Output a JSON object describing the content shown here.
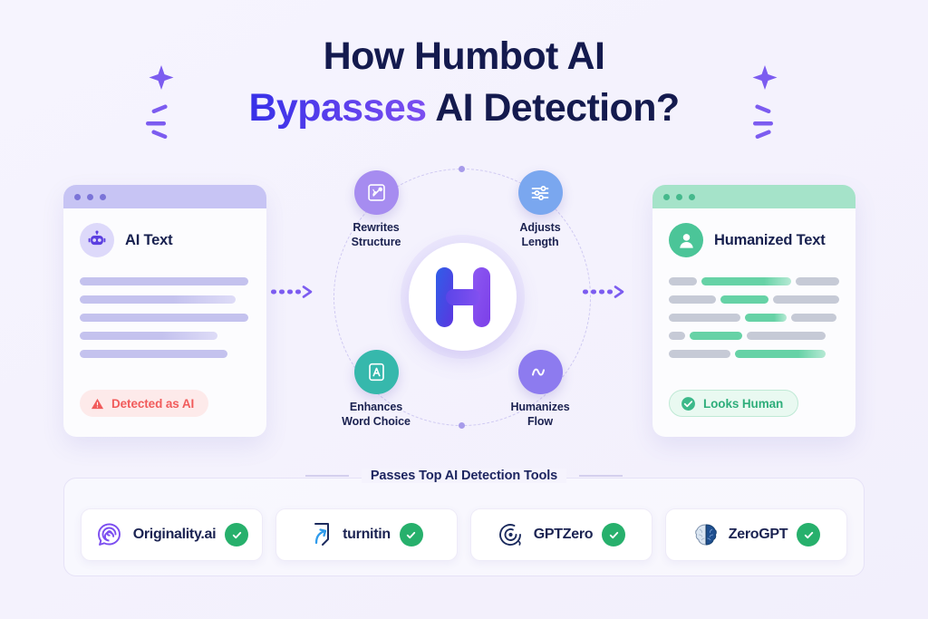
{
  "title": {
    "line1": "How Humbot AI",
    "line2_accent": "Bypasses",
    "line2_rest": " AI Detection?"
  },
  "colors": {
    "accent_blue": "#3730e8",
    "accent_violet": "#7c4ef0",
    "danger": "#f15b5b",
    "success": "#2fae7b",
    "check_green": "#27b06c",
    "navy": "#17204f"
  },
  "left_panel": {
    "icon_name": "robot-icon",
    "title": "AI Text",
    "badge": {
      "icon_name": "warning-triangle-icon",
      "label": "Detected as AI"
    },
    "lines": [
      [
        {
          "w": 186,
          "style": "lav"
        }
      ],
      [
        {
          "w": 172,
          "style": "lavf"
        }
      ],
      [
        {
          "w": 186,
          "style": "lav"
        }
      ],
      [
        {
          "w": 152,
          "style": "lavf"
        }
      ],
      [
        {
          "w": 163,
          "style": "lav"
        }
      ]
    ]
  },
  "right_panel": {
    "icon_name": "person-icon",
    "title": "Humanized Text",
    "badge": {
      "icon_name": "check-circle-icon",
      "label": "Looks Human"
    },
    "lines": [
      [
        {
          "w": 31,
          "style": "grey"
        },
        {
          "w": 99,
          "style": "greenf"
        },
        {
          "w": 48,
          "style": "grey"
        }
      ],
      [
        {
          "w": 54,
          "style": "grey"
        },
        {
          "w": 55,
          "style": "green"
        },
        {
          "w": 75,
          "style": "grey"
        }
      ],
      [
        {
          "w": 79,
          "style": "grey"
        },
        {
          "w": 46,
          "style": "greenf"
        },
        {
          "w": 50,
          "style": "grey"
        }
      ],
      [
        {
          "w": 18,
          "style": "grey"
        },
        {
          "w": 58,
          "style": "green"
        },
        {
          "w": 87,
          "style": "grey"
        }
      ],
      [
        {
          "w": 68,
          "style": "grey"
        },
        {
          "w": 100,
          "style": "greenf"
        }
      ]
    ]
  },
  "hub": {
    "logo_name": "humbot-h-logo",
    "nodes": [
      {
        "icon_name": "magic-wand-frame-icon",
        "label_line1": "Rewrites",
        "label_line2": "Structure",
        "color_class": "c-purple-l"
      },
      {
        "icon_name": "sliders-icon",
        "label_line1": "Adjusts",
        "label_line2": "Length",
        "color_class": "c-blue"
      },
      {
        "icon_name": "letter-a-frame-icon",
        "label_line1": "Enhances",
        "label_line2": "Word Choice",
        "color_class": "c-teal"
      },
      {
        "icon_name": "wave-flow-icon",
        "label_line1": "Humanizes",
        "label_line2": "Flow",
        "color_class": "c-purple"
      }
    ]
  },
  "arrows": {
    "left_name": "flow-arrow-left",
    "right_name": "flow-arrow-right"
  },
  "tools_section": {
    "heading": "Passes Top AI Detection Tools",
    "items": [
      {
        "name": "Originality.ai",
        "logo_name": "originality-ai-logo",
        "status_icon": "green-check-icon"
      },
      {
        "name": "turnitin",
        "logo_name": "turnitin-logo",
        "status_icon": "green-check-icon"
      },
      {
        "name": "GPTZero",
        "logo_name": "gptzero-logo",
        "status_icon": "green-check-icon"
      },
      {
        "name": "ZeroGPT",
        "logo_name": "zerogpt-logo",
        "status_icon": "green-check-icon"
      }
    ]
  },
  "decorations": {
    "left_name": "sparkle-decoration-left",
    "right_name": "sparkle-decoration-right"
  }
}
